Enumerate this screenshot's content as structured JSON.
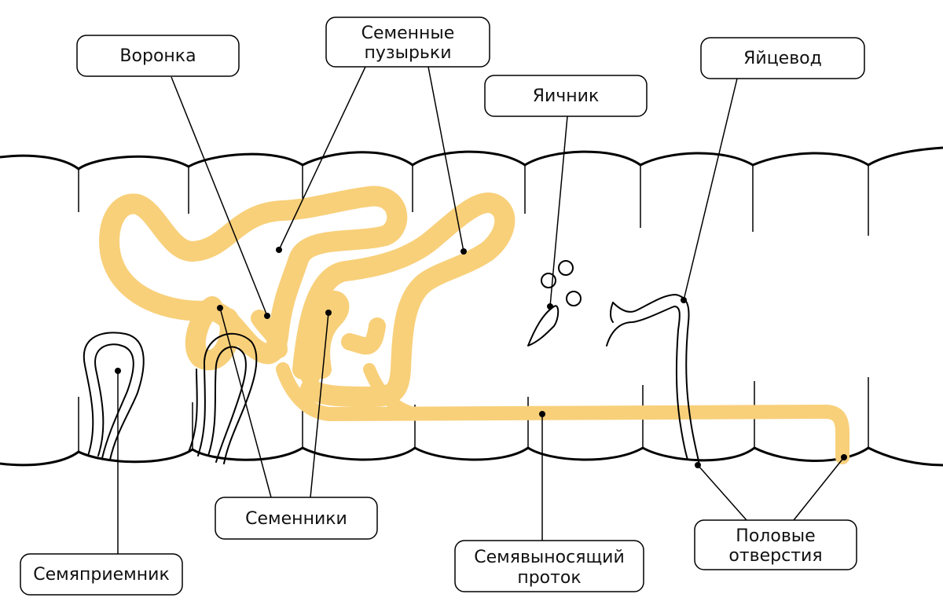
{
  "colors": {
    "organ_fill": "#f8d07a",
    "outline": "#000000",
    "background": "#ffffff"
  },
  "labels": {
    "funnel": "Воронка",
    "seminal_vesicles_line1": "Семенные",
    "seminal_vesicles_line2": "пузырьки",
    "ovary": "Яичник",
    "oviduct": "Яйцевод",
    "testes": "Семенники",
    "spermatheca": "Семяприемник",
    "vas_deferens_line1": "Семявыносящий",
    "vas_deferens_line2": "проток",
    "genital_pores_line1": "Половые",
    "genital_pores_line2": "отверстия"
  }
}
